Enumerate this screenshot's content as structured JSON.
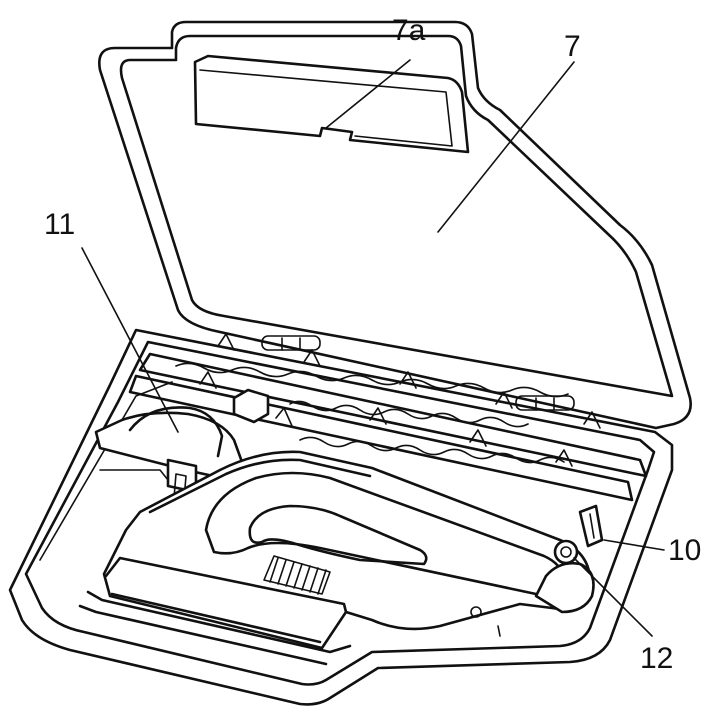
{
  "labels": {
    "lid_handle": "7a",
    "lid": "7",
    "holder": "11",
    "clip": "10",
    "button": "12"
  }
}
